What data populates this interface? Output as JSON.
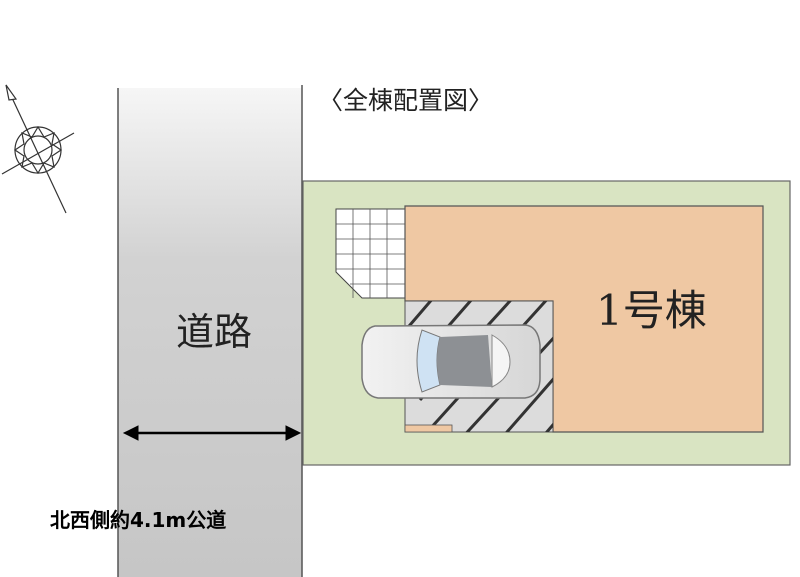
{
  "title": "〈全棟配置図〉",
  "road_label": "道路",
  "building_label": "1号棟",
  "road_note": "北西側約4.1m公道",
  "colors": {
    "lot": "#d9e4c2",
    "building": "#efc8a3",
    "parking": "#dcdcdc",
    "road_top": "#f4f4f4",
    "road_bottom": "#c8c8c8"
  },
  "icons": [
    "compass-icon",
    "car-icon",
    "double-arrow-icon"
  ]
}
